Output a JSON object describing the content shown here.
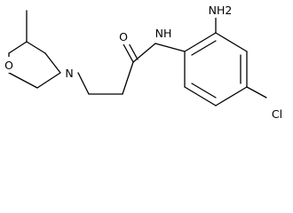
{
  "molecule": {
    "atoms": {
      "nh2": "NH2",
      "amide_o": "O",
      "amide_nh": "NH",
      "ring_o": "O",
      "ring_n": "N",
      "cl": "Cl"
    }
  },
  "colors": {
    "bond": "#000000",
    "background": "#ffffff"
  }
}
